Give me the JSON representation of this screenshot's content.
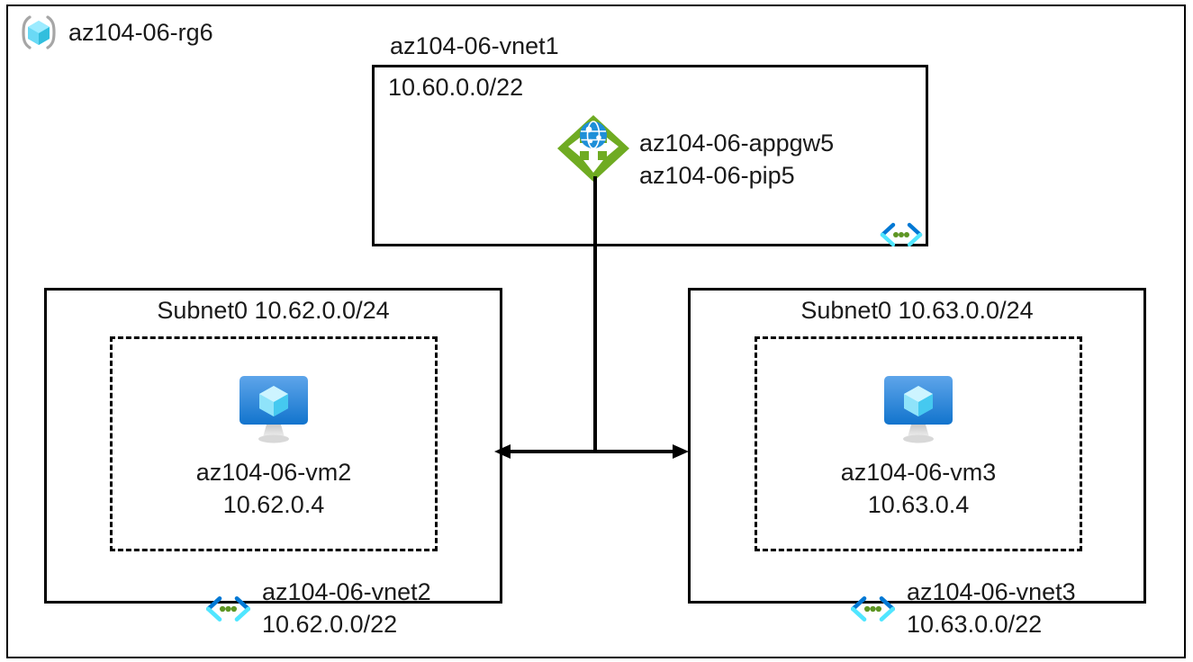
{
  "resource_group": {
    "name": "az104-06-rg6",
    "icon": "resource-group-cube-icon"
  },
  "vnet1": {
    "title": "az104-06-vnet1",
    "cidr": "10.60.0.0/22",
    "vnet_icon": "virtual-network-icon",
    "gateway": {
      "icon": "application-gateway-icon",
      "name": "az104-06-appgw5",
      "public_ip": "az104-06-pip5"
    }
  },
  "vnet2": {
    "subnet_label": "Subnet0 10.62.0.0/24",
    "vm": {
      "icon": "virtual-machine-icon",
      "name": "az104-06-vm2",
      "ip": "10.62.0.4"
    },
    "vnet_icon": "virtual-network-icon",
    "name": "az104-06-vnet2",
    "cidr": "10.62.0.0/22"
  },
  "vnet3": {
    "subnet_label": "Subnet0 10.63.0.0/24",
    "vm": {
      "icon": "virtual-machine-icon",
      "name": "az104-06-vm3",
      "ip": "10.63.0.4"
    },
    "vnet_icon": "virtual-network-icon",
    "name": "az104-06-vnet3",
    "cidr": "10.63.0.0/22"
  },
  "connectors": {
    "gateway_stem": "vertical-line",
    "peering_arrow": "double-headed-horizontal-arrow"
  },
  "colors": {
    "border": "#000000",
    "text": "#1a1a1a",
    "azure_blue": "#0078d4",
    "azure_cyan": "#50e6ff",
    "gateway_green": "#6fab22",
    "globe_blue": "#1e8fd8",
    "dot_green": "#5e9624",
    "rg_bracket_gray": "#a6a6a6"
  }
}
